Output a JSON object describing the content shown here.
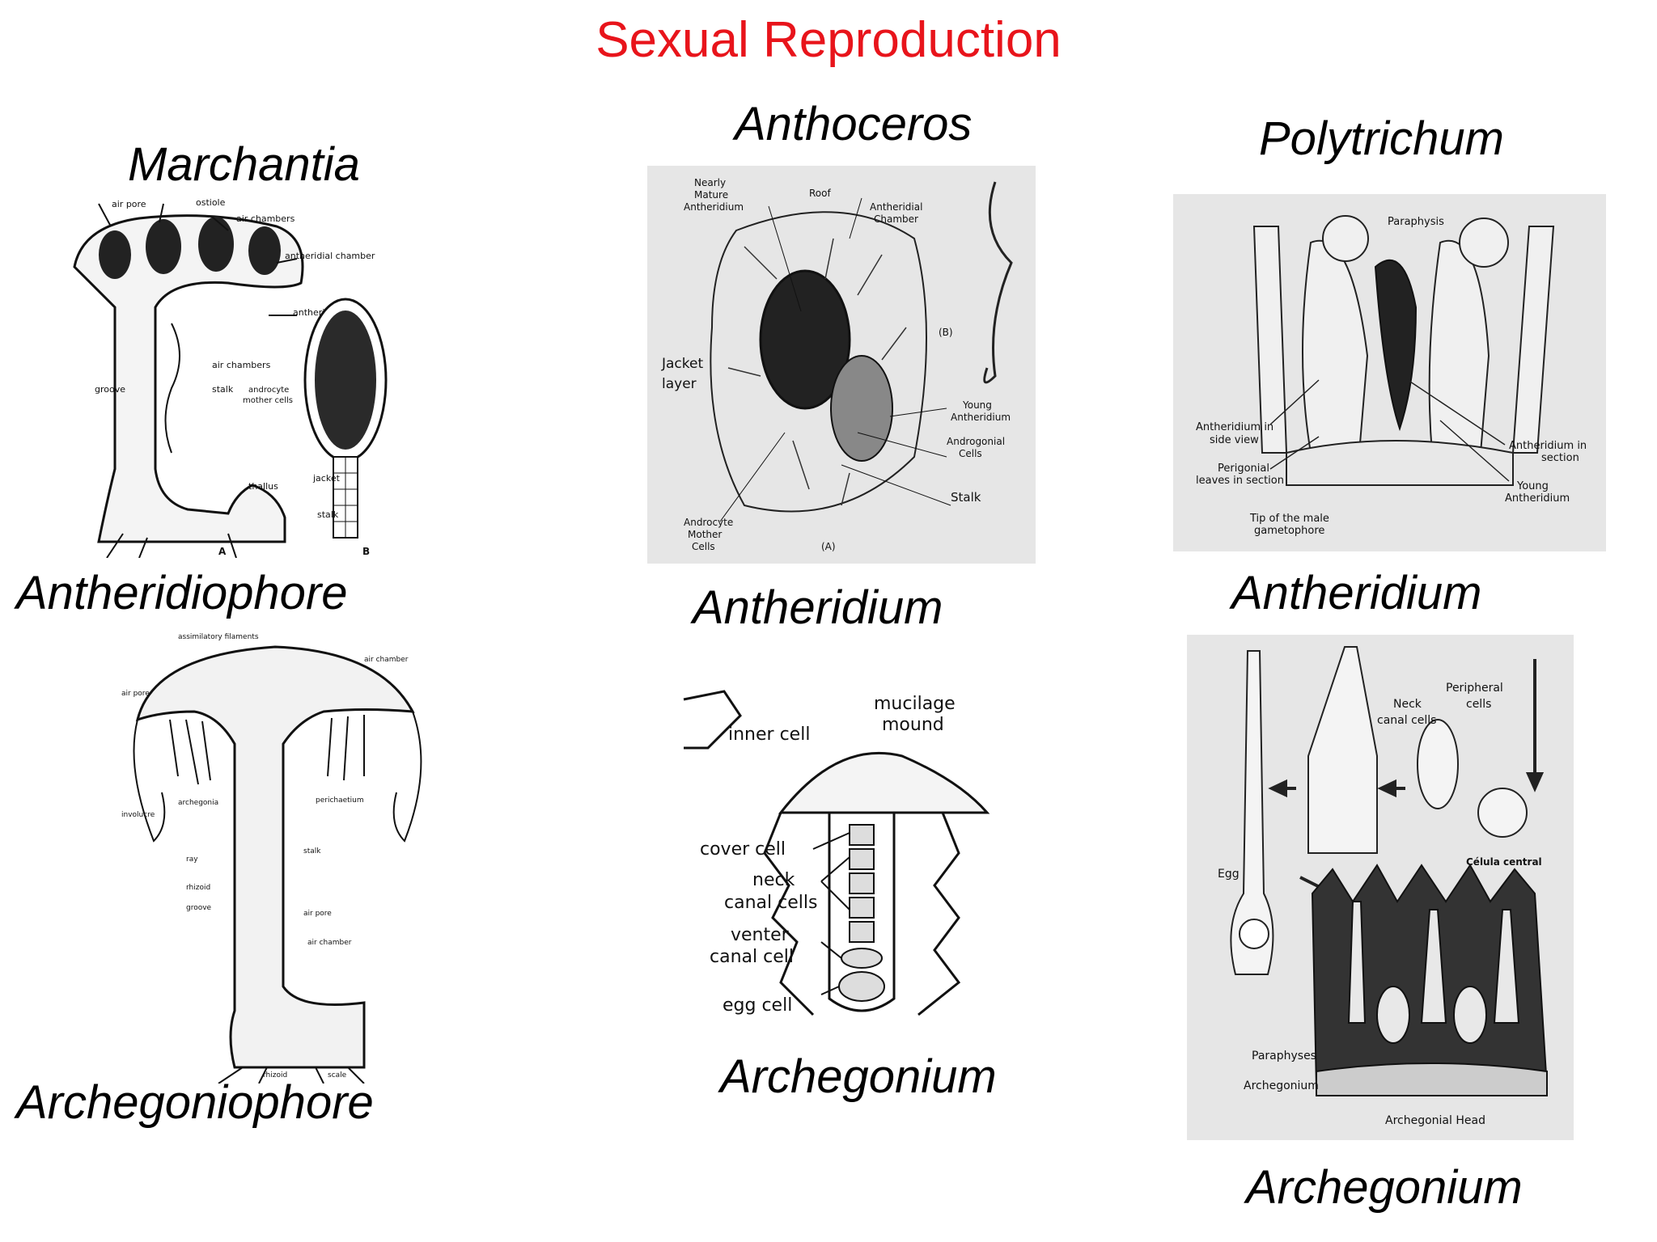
{
  "title": "Sexual Reproduction",
  "title_color": "#e8141b",
  "columns": [
    {
      "genus": "Marchantia",
      "top_label": "Antheridiophore",
      "bottom_label": "Archegoniophore",
      "antheridiophore_labels": {
        "air_pore": "air pore",
        "ostiole": "ostiole",
        "air_chambers": "air chambers",
        "antheridial_chamber": "antheridial chamber",
        "antheridium": "antheridium",
        "air_chambers_2": "air chambers",
        "groove": "groove",
        "stalk": "stalk",
        "androcyte": "androcyte",
        "mother_cells": "mother cells",
        "thallus": "thallus",
        "jacket": "jacket",
        "stalk_b": "stalk",
        "fig_a": "A",
        "fig_b": "B"
      },
      "archegoniophore_labels": {
        "assimilatory": "assimilatory filaments",
        "air_chamber": "air chamber",
        "air_pore": "air pore",
        "archegonia": "archegonia",
        "perichaetium": "perichaetium",
        "stalk": "stalk",
        "rhizoid": "rhizoid",
        "groove": "groove",
        "air_pore_2": "air pore",
        "air_chamber_2": "air chamber",
        "rhizoid_2": "rhizoid",
        "scale": "scale",
        "involucre": "involucre",
        "ray": "ray"
      }
    },
    {
      "genus": "Anthoceros",
      "top_label": "Antheridium",
      "bottom_label": "Archegonium",
      "antheridium_labels": {
        "nearly": "Nearly",
        "mature": "Mature",
        "antheridium": "Antheridium",
        "roof": "Roof",
        "antheridial": "Antheridial",
        "chamber": "Chamber",
        "jacket": "Jacket",
        "layer": "layer",
        "b": "(B)",
        "young": "Young",
        "antheridium2": "Antheridium",
        "androgonial": "Androgonial",
        "cells": "Cells",
        "stalk": "Stalk",
        "androcyte": "Androcyte",
        "mother": "Mother",
        "cells2": "Cells",
        "a": "(A)"
      },
      "archegonium_labels": {
        "mucilage": "mucilage",
        "mound": "mound",
        "inner_cell": "inner cell",
        "cover_cell": "cover cell",
        "neck": "neck",
        "canal_cells": "canal cells",
        "venter": "venter",
        "canal_cell": "canal cell",
        "egg_cell": "egg cell"
      }
    },
    {
      "genus": "Polytrichum",
      "top_label": "Antheridium",
      "bottom_label": "Archegonium",
      "antheridium_labels": {
        "paraphysis": "Paraphysis",
        "side1": "Antheridium in",
        "side2": "side view",
        "perig1": "Perigonial",
        "perig2": "leaves in section",
        "tip1": "Tip of the male",
        "tip2": "gametophore",
        "sec1": "Antheridium in",
        "sec2": "section",
        "young1": "Young",
        "young2": "Antheridium"
      },
      "archegonium_labels": {
        "peripheral": "Peripheral",
        "cells": "cells",
        "neck": "Neck",
        "canal_cells": "canal cells",
        "egg": "Egg",
        "celula": "Célula central",
        "paraphyses": "Paraphyses",
        "archegonium": "Archegonium",
        "head": "Archegonial Head"
      }
    }
  ]
}
